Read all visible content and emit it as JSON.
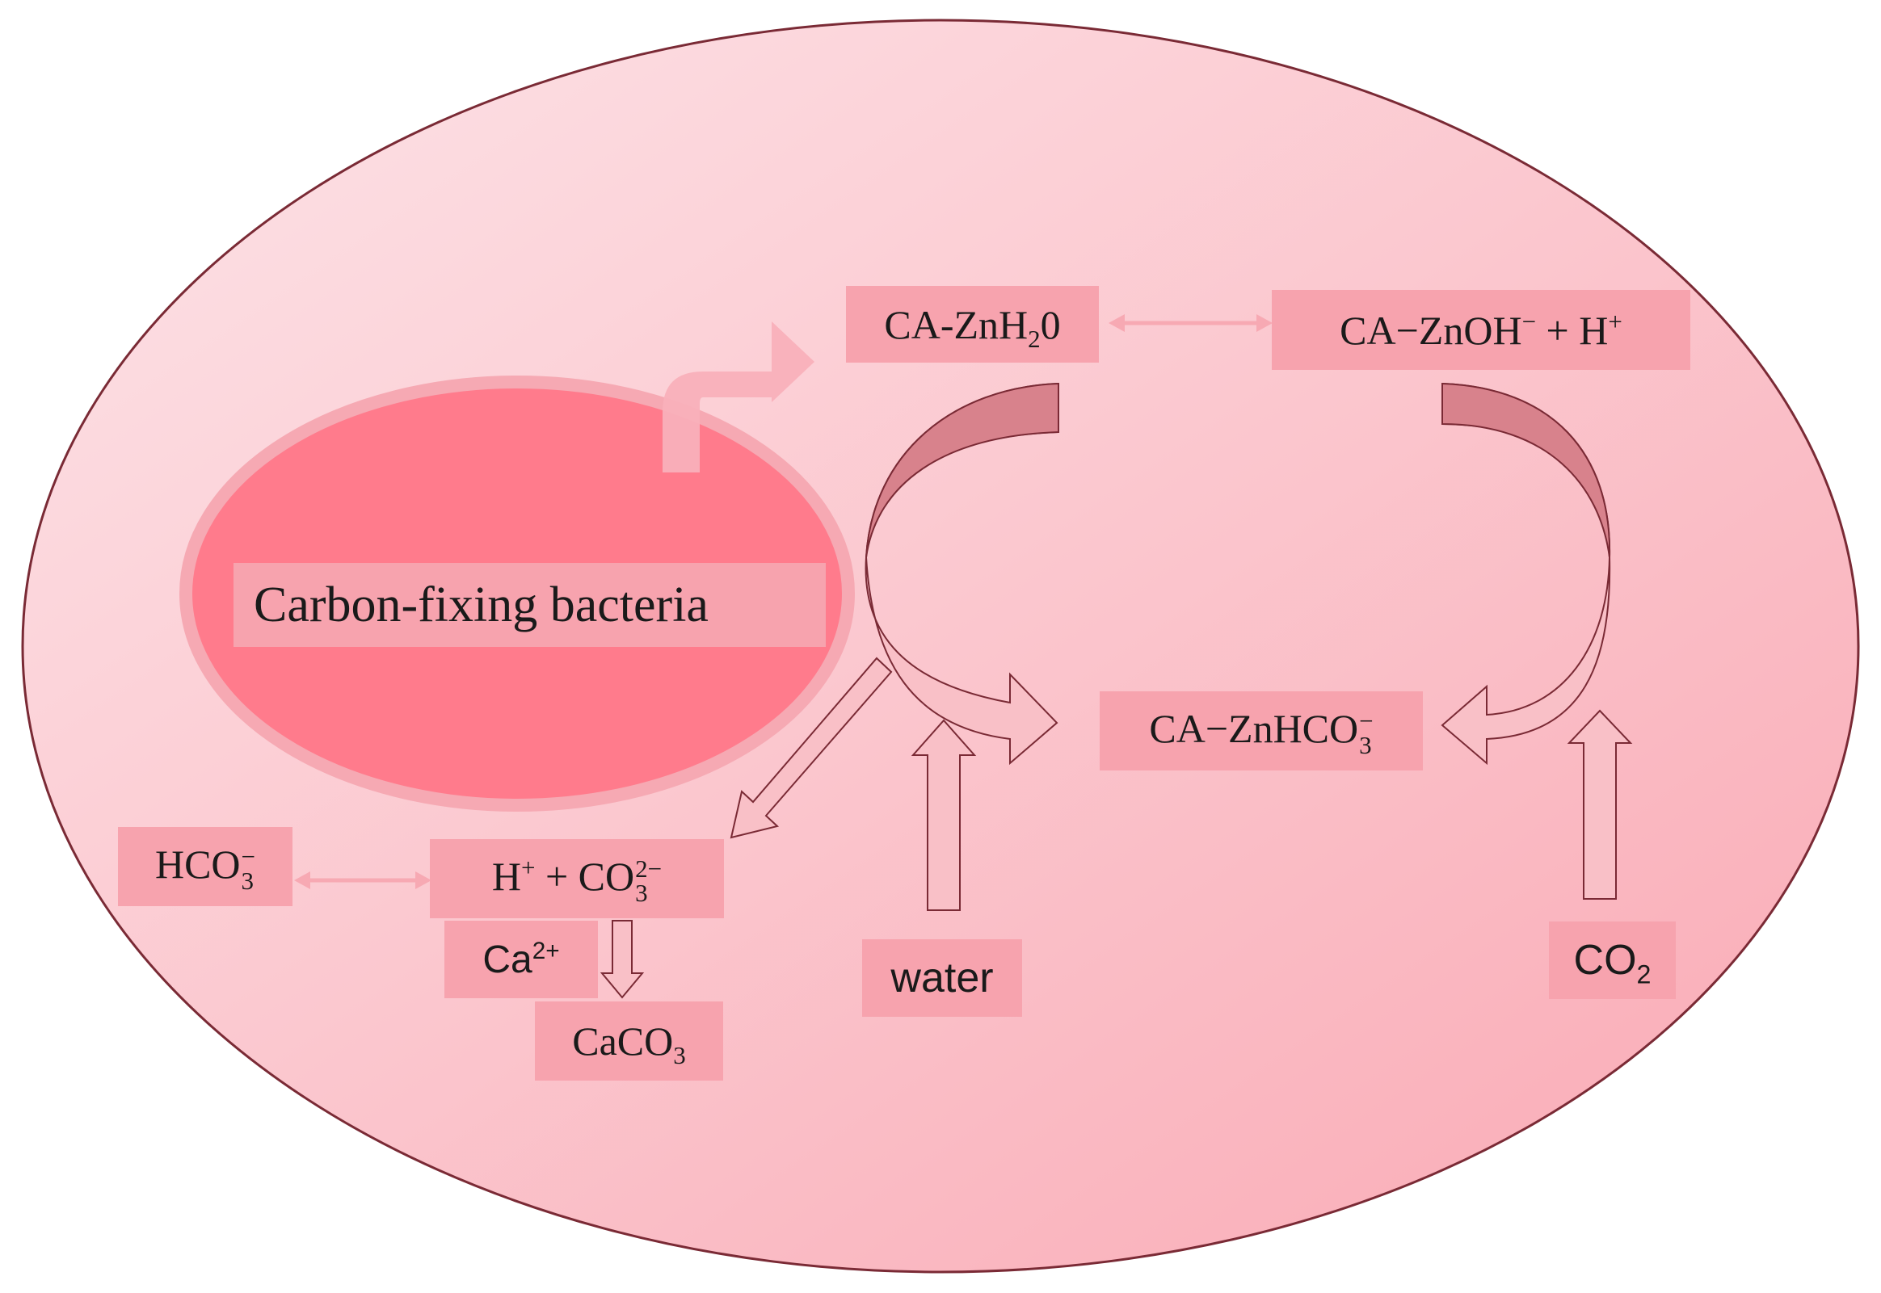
{
  "colors": {
    "outer_cell_fill_light": "#fddde2",
    "outer_cell_fill_dark": "#f9aab5",
    "outline": "#7a2a35",
    "bacteria_fill": "#ff7b8c",
    "bacteria_ring": "#f6a9b3",
    "label_box": "#f7a3ae",
    "curved_arrow_fill": "#f9c0c7",
    "curved_arrow_dark": "#d8828c",
    "double_arrow": "#f7a9b3"
  },
  "labels": {
    "bacteria": "Carbon-fixing bacteria",
    "ca_znh2o": {
      "main": "CA-ZnH",
      "sub": "2",
      "tail": "0"
    },
    "ca_znoh": {
      "main": "CA−ZnOH",
      "sup1": "−",
      "mid": " + H",
      "sup2": "+"
    },
    "ca_znhco3": {
      "main": "CA−ZnHCO",
      "sup": "−",
      "sub": "3"
    },
    "hco3": {
      "main": "HCO",
      "sup": "−",
      "sub": "3"
    },
    "h_co3": {
      "pre": "H",
      "sup1": "+",
      "mid": " + CO",
      "sup2": "2−",
      "sub2": "3"
    },
    "ca2": {
      "main": "Ca",
      "sup": "2+"
    },
    "caco3": {
      "main": "CaCO",
      "sub": "3"
    },
    "water": "water",
    "co2": {
      "main": "CO",
      "sub": "2"
    }
  },
  "icons": [
    "bent-arrow-icon",
    "curved-arrow-icon",
    "double-arrow-icon",
    "up-arrow-icon",
    "down-arrow-icon",
    "diagonal-arrow-icon"
  ]
}
